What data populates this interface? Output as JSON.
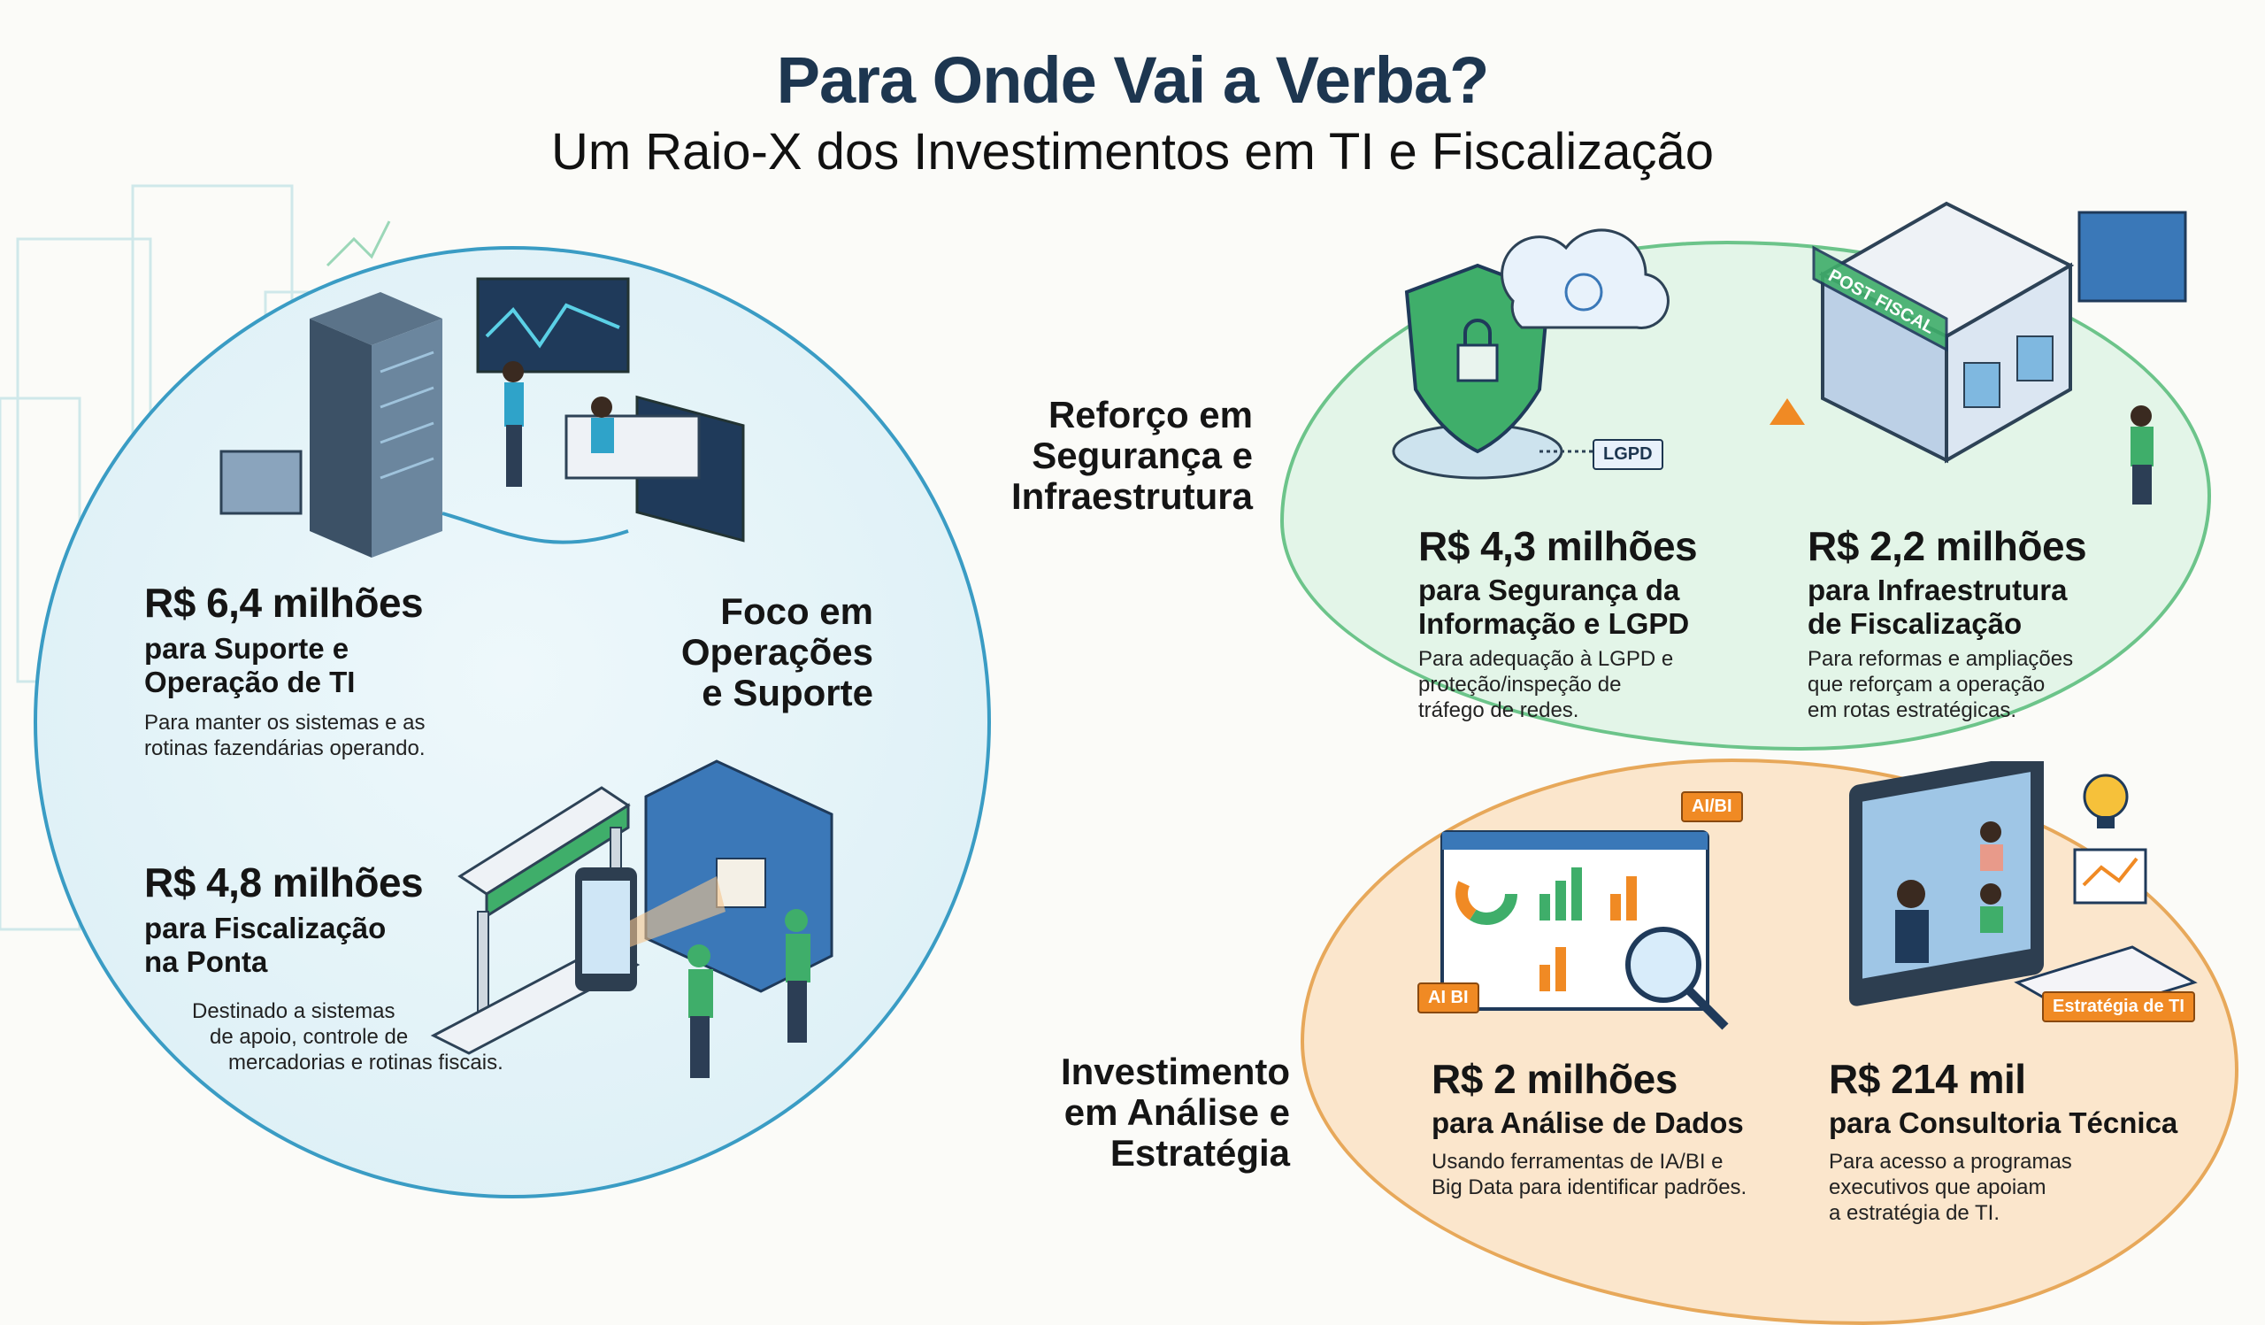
{
  "header": {
    "title": "Para Onde Vai a Verba?",
    "subtitle": "Um Raio-X dos Investimentos em TI e Fiscalização"
  },
  "operations": {
    "section_label": [
      "Foco em",
      "Operações",
      "e Suporte"
    ],
    "items": [
      {
        "amount": "R$ 6,4 milhões",
        "purpose": [
          "para Suporte e",
          "Operação de TI"
        ],
        "description": [
          "Para manter os sistemas e as",
          "rotinas fazendárias operando."
        ]
      },
      {
        "amount": "R$ 4,8 milhões",
        "purpose": [
          "para Fiscalização",
          "na Ponta"
        ],
        "description": [
          "Destinado a sistemas",
          "de apoio, controle de",
          "mercadorias e rotinas fiscais."
        ]
      }
    ]
  },
  "security": {
    "section_label": [
      "Reforço em",
      "Segurança e",
      "Infraestrutura"
    ],
    "illustration_labels": {
      "lgpd": "LGPD",
      "post": "POST FISCAL"
    },
    "items": [
      {
        "amount": "R$ 4,3 milhões",
        "purpose": [
          "para Segurança da",
          "Informação e LGPD"
        ],
        "description": [
          "Para adequação à LGPD e",
          "proteção/inspeção de",
          "tráfego de redes."
        ]
      },
      {
        "amount": "R$ 2,2 milhões",
        "purpose": [
          "para Infraestrutura",
          "de Fiscalização"
        ],
        "description": [
          "Para reformas e ampliações",
          "que reforçam a operação",
          "em rotas estratégicas."
        ]
      }
    ]
  },
  "analysis": {
    "section_label": [
      "Investimento",
      "em Análise e",
      "Estratégia"
    ],
    "illustration_labels": {
      "aibi_top": "AI/BI",
      "aibi_left": "AI BI",
      "strategy": "Estratégia de TI"
    },
    "items": [
      {
        "amount": "R$ 2 milhões",
        "purpose": [
          "para Análise de Dados"
        ],
        "description": [
          "Usando ferramentas de IA/BI e",
          "Big Data para identificar padrões."
        ]
      },
      {
        "amount": "R$ 214 mil",
        "purpose": [
          "para Consultoria Técnica"
        ],
        "description": [
          "Para acesso a programas",
          "executivos que apoiam",
          "a estratégia de TI."
        ]
      }
    ]
  },
  "colors": {
    "title": "#1d3650",
    "blue_zone": "#dff0f6",
    "green_zone": "#e3f5e8",
    "orange_zone": "#fbe6cc",
    "accent_orange": "#f08a24"
  }
}
